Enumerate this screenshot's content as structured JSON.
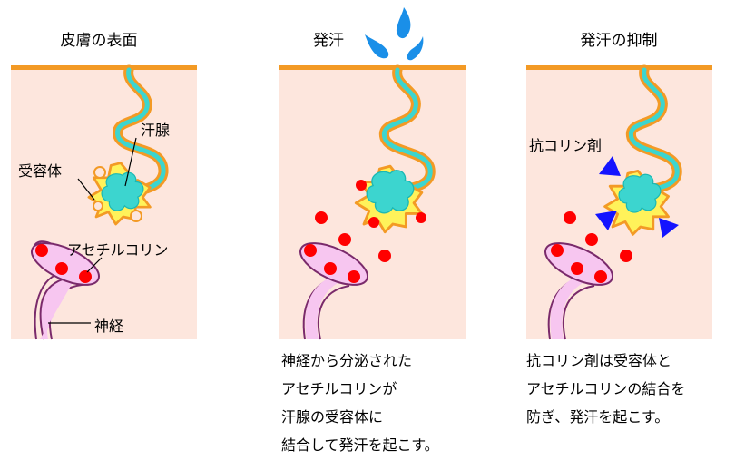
{
  "panels": [
    {
      "title": "皮膚の表面"
    },
    {
      "title": "発汗"
    },
    {
      "title": "発汗の抑制"
    }
  ],
  "labels": {
    "sweat_gland": "汗腺",
    "receptor": "受容体",
    "acetylcholine": "アセチルコリン",
    "nerve": "神経",
    "anticholinergic": "抗コリン剤"
  },
  "captions": {
    "sweating": [
      "神経から分泌された",
      "アセチルコリンが",
      "汗腺の受容体に",
      "結合して発汗を起こす。"
    ],
    "suppression": [
      "抗コリン剤は受容体と",
      "アセチルコリンの結合を",
      "防ぎ、発汗を起こす。"
    ]
  },
  "colors": {
    "skin_bg": "#fde6dd",
    "skin_line": "#f39a25",
    "duct": "#3cd5cf",
    "receptor": "#fff25a",
    "acetylcholine": "#ff0000",
    "nerve": "#f7c6f0",
    "anticholinergic": "#1414ff",
    "sweat_drop": "#1a8fe8"
  }
}
